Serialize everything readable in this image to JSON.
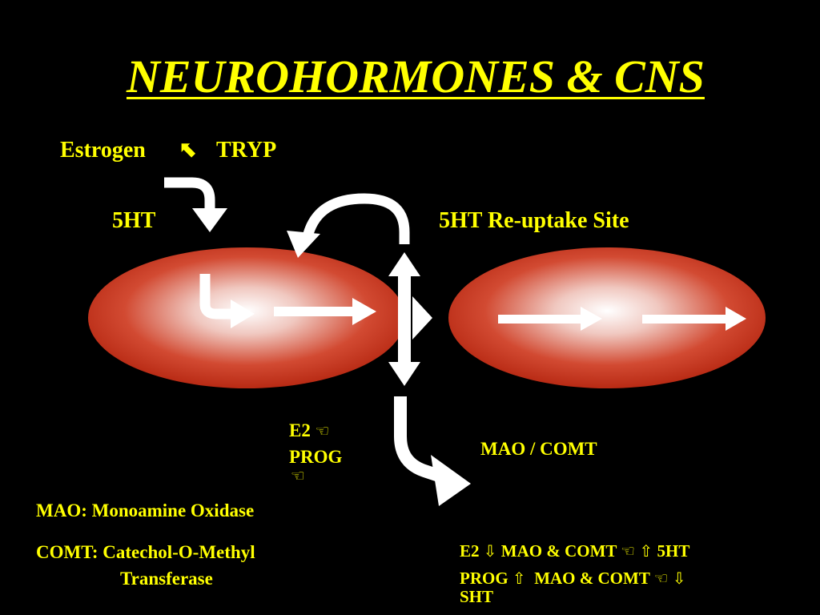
{
  "title": "NEUROHORMONES & CNS",
  "top_left": {
    "estrogen": "Estrogen",
    "tryp": "TRYP",
    "five_ht": "5HT"
  },
  "right_label": "5HT Re-uptake Site",
  "e2": "E2",
  "prog": "PROG",
  "mao_comt": "MAO / COMT",
  "definitions": {
    "mao": "MAO: Monoamine Oxidase",
    "comt_line1": "COMT: Catechol-O-Methyl",
    "comt_line2": "Transferase"
  },
  "effects": {
    "line1_e2": "E2",
    "line1_text": "MAO & COMT",
    "line1_end": "5HT",
    "line2_prog": "PROG",
    "line2_text": "MAO & COMT",
    "line2_end": "SHT"
  },
  "colors": {
    "title": "#ffff00",
    "cell": "#c8321c",
    "arrows": "#ffffff",
    "background": "#000000"
  },
  "icons": [
    "arrow-up-left-icon",
    "hand-pointing-icon",
    "arrow-down-icon",
    "arrow-up-icon"
  ]
}
